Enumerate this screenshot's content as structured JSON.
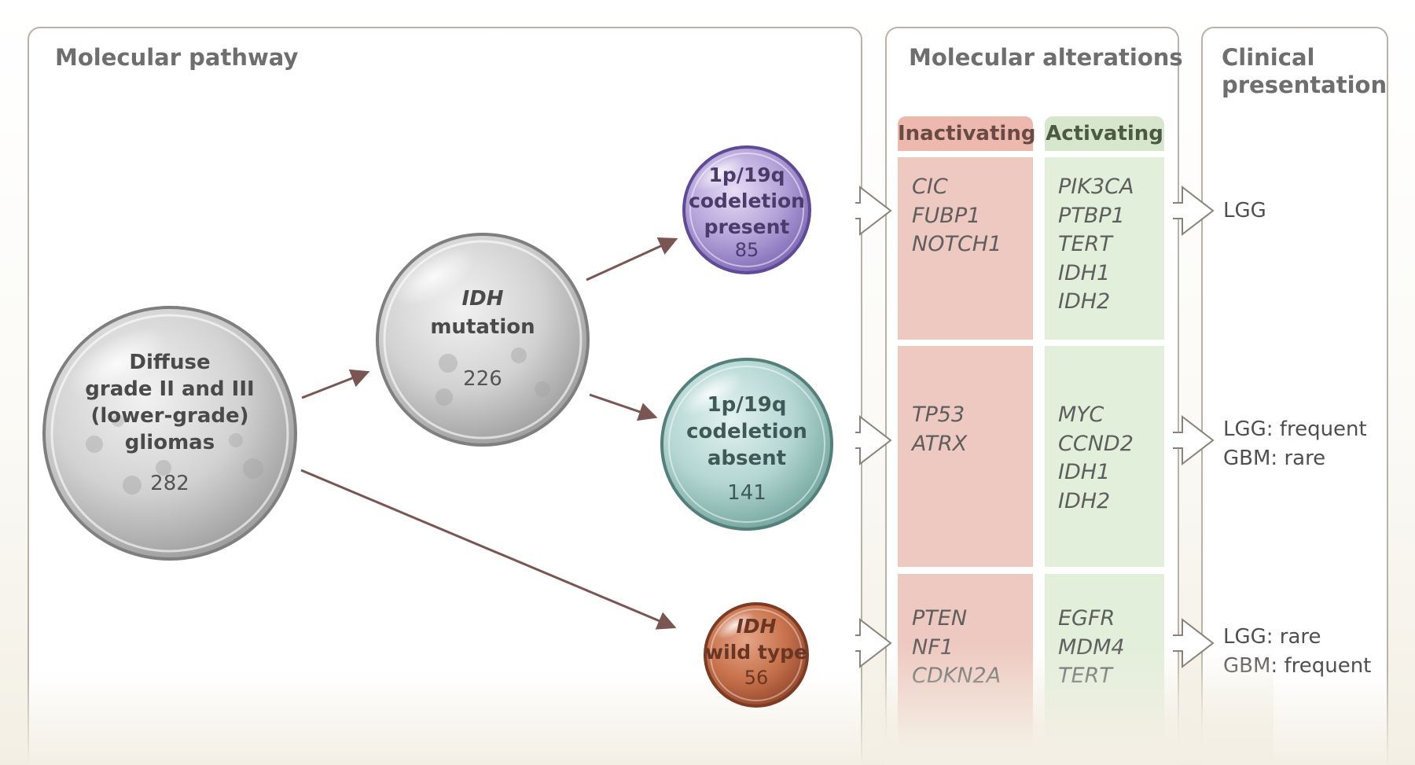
{
  "panels": {
    "pathway_title": "Molecular pathway",
    "alterations_title": "Molecular alterations",
    "clinical_title_line1": "Clinical",
    "clinical_title_line2": "presentation"
  },
  "columns": {
    "inactivating": "Inactivating",
    "activating": "Activating"
  },
  "nodes": {
    "diffuse": {
      "line1": "Diffuse",
      "line2": "grade II and III",
      "line3": "(lower-grade)",
      "line4": "gliomas",
      "count": "282"
    },
    "idh_mut": {
      "line1": "IDH",
      "line2": "mutation",
      "count": "226"
    },
    "codel_present": {
      "line1": "1p/19q",
      "line2": "codeletion",
      "line3": "present",
      "count": "85"
    },
    "codel_absent": {
      "line1": "1p/19q",
      "line2": "codeletion",
      "line3": "absent",
      "count": "141"
    },
    "idh_wt": {
      "line1": "IDH",
      "line2": "wild type",
      "count": "56"
    }
  },
  "rows": [
    {
      "inactivating": [
        "CIC",
        "FUBP1",
        "NOTCH1"
      ],
      "activating": [
        "PIK3CA",
        "PTBP1",
        "TERT",
        "IDH1",
        "IDH2"
      ],
      "clinical": [
        "LGG"
      ]
    },
    {
      "inactivating": [
        "TP53",
        "ATRX"
      ],
      "activating": [
        "MYC",
        "CCND2",
        "IDH1",
        "IDH2"
      ],
      "clinical": [
        "LGG: frequent",
        "GBM: rare"
      ]
    },
    {
      "inactivating": [
        "PTEN",
        "NF1",
        "CDKN2A"
      ],
      "activating": [
        "EGFR",
        "MDM4",
        "TERT"
      ],
      "clinical": [
        "LGG: rare",
        "GBM: frequent"
      ]
    }
  ],
  "colors": {
    "arrow": "#7a5552",
    "inactivating_bg": "#eec9c1",
    "activating_bg": "#e2efdb",
    "purple": "#9b86c8",
    "teal": "#a9cfca",
    "rust": "#c06a45",
    "gray": "#c9c9c9"
  }
}
